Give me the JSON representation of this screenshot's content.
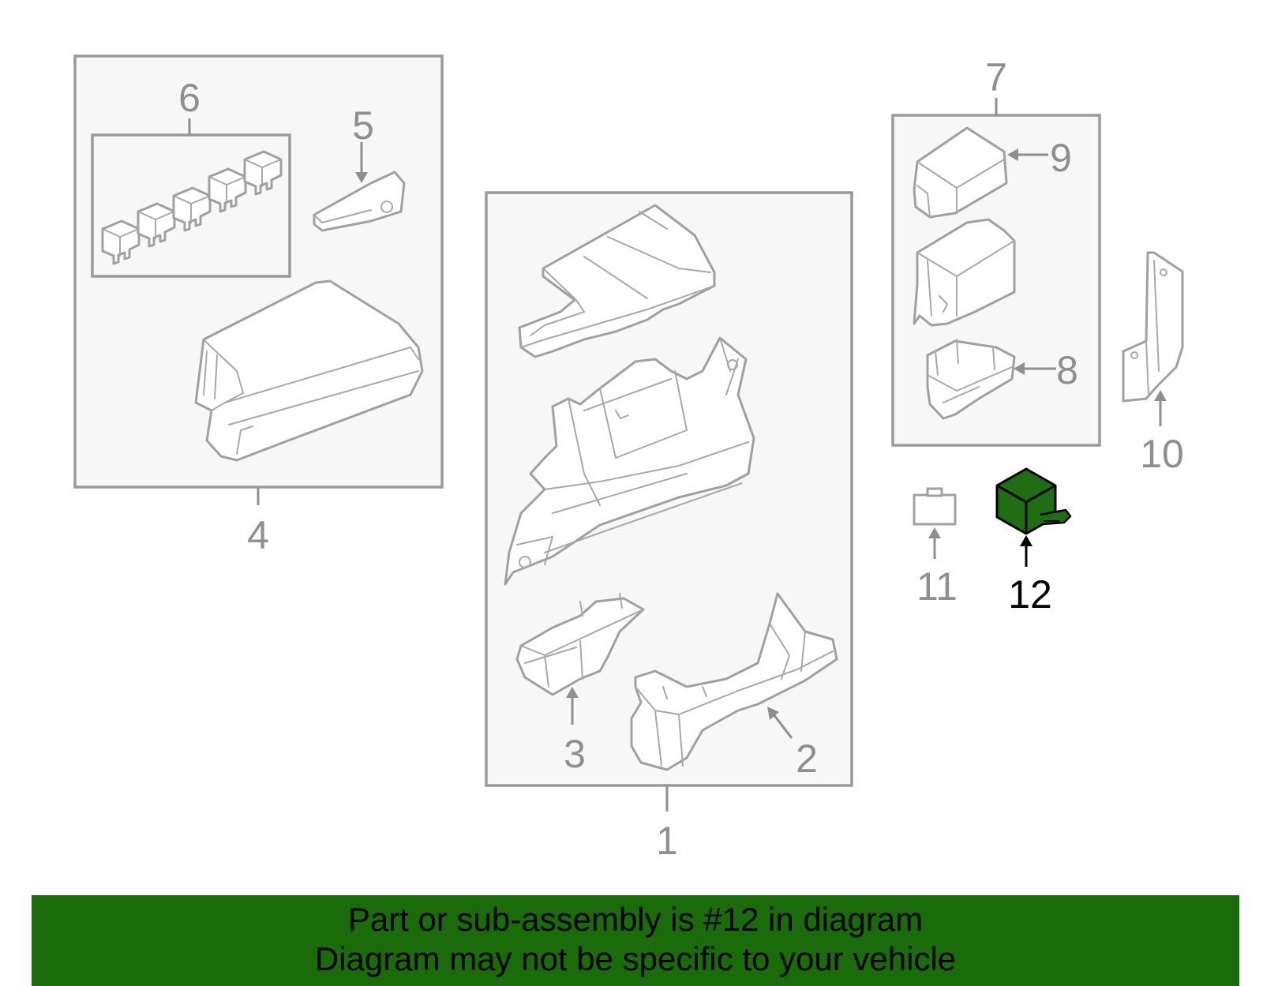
{
  "colors": {
    "outline": "#a0a0a0",
    "highlight_part": "#1f6e14",
    "banner": "#1a6b0a",
    "banner_text": "#000000"
  },
  "callouts": {
    "c1": "1",
    "c2": "2",
    "c3": "3",
    "c4": "4",
    "c5": "5",
    "c6": "6",
    "c7": "7",
    "c8": "8",
    "c9": "9",
    "c10": "10",
    "c11": "11",
    "c12": "12"
  },
  "highlighted_callout": "12",
  "banner": {
    "line1": "Part or sub-assembly is #12 in diagram",
    "line2": "Diagram may not be specific to your vehicle"
  }
}
